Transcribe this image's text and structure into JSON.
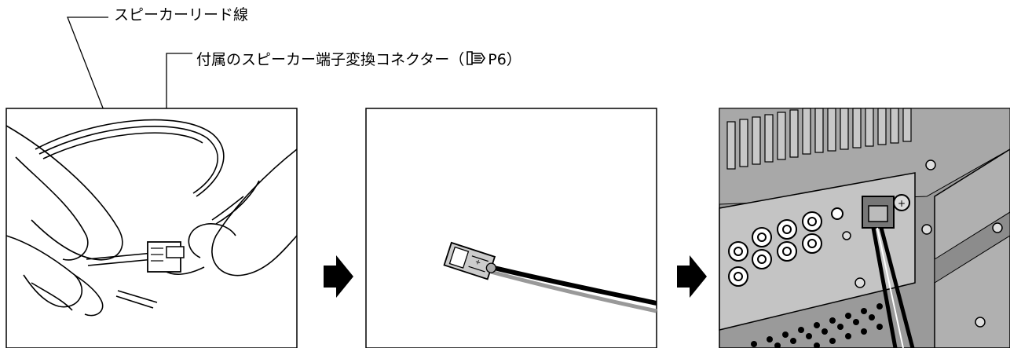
{
  "labels": {
    "speaker_lead": "スピーカーリード線",
    "adapter_prefix": "付属のスピーカー端子変換コネクター（",
    "adapter_page": "P6）"
  },
  "icons": [
    "book-reference-icon",
    "arrow-right-icon"
  ],
  "colors": {
    "line": "#000000",
    "panel_dark": "#8a8a8a",
    "panel_mid": "#b4b4b4",
    "panel_light": "#d8d8d8",
    "background": "#ffffff"
  }
}
